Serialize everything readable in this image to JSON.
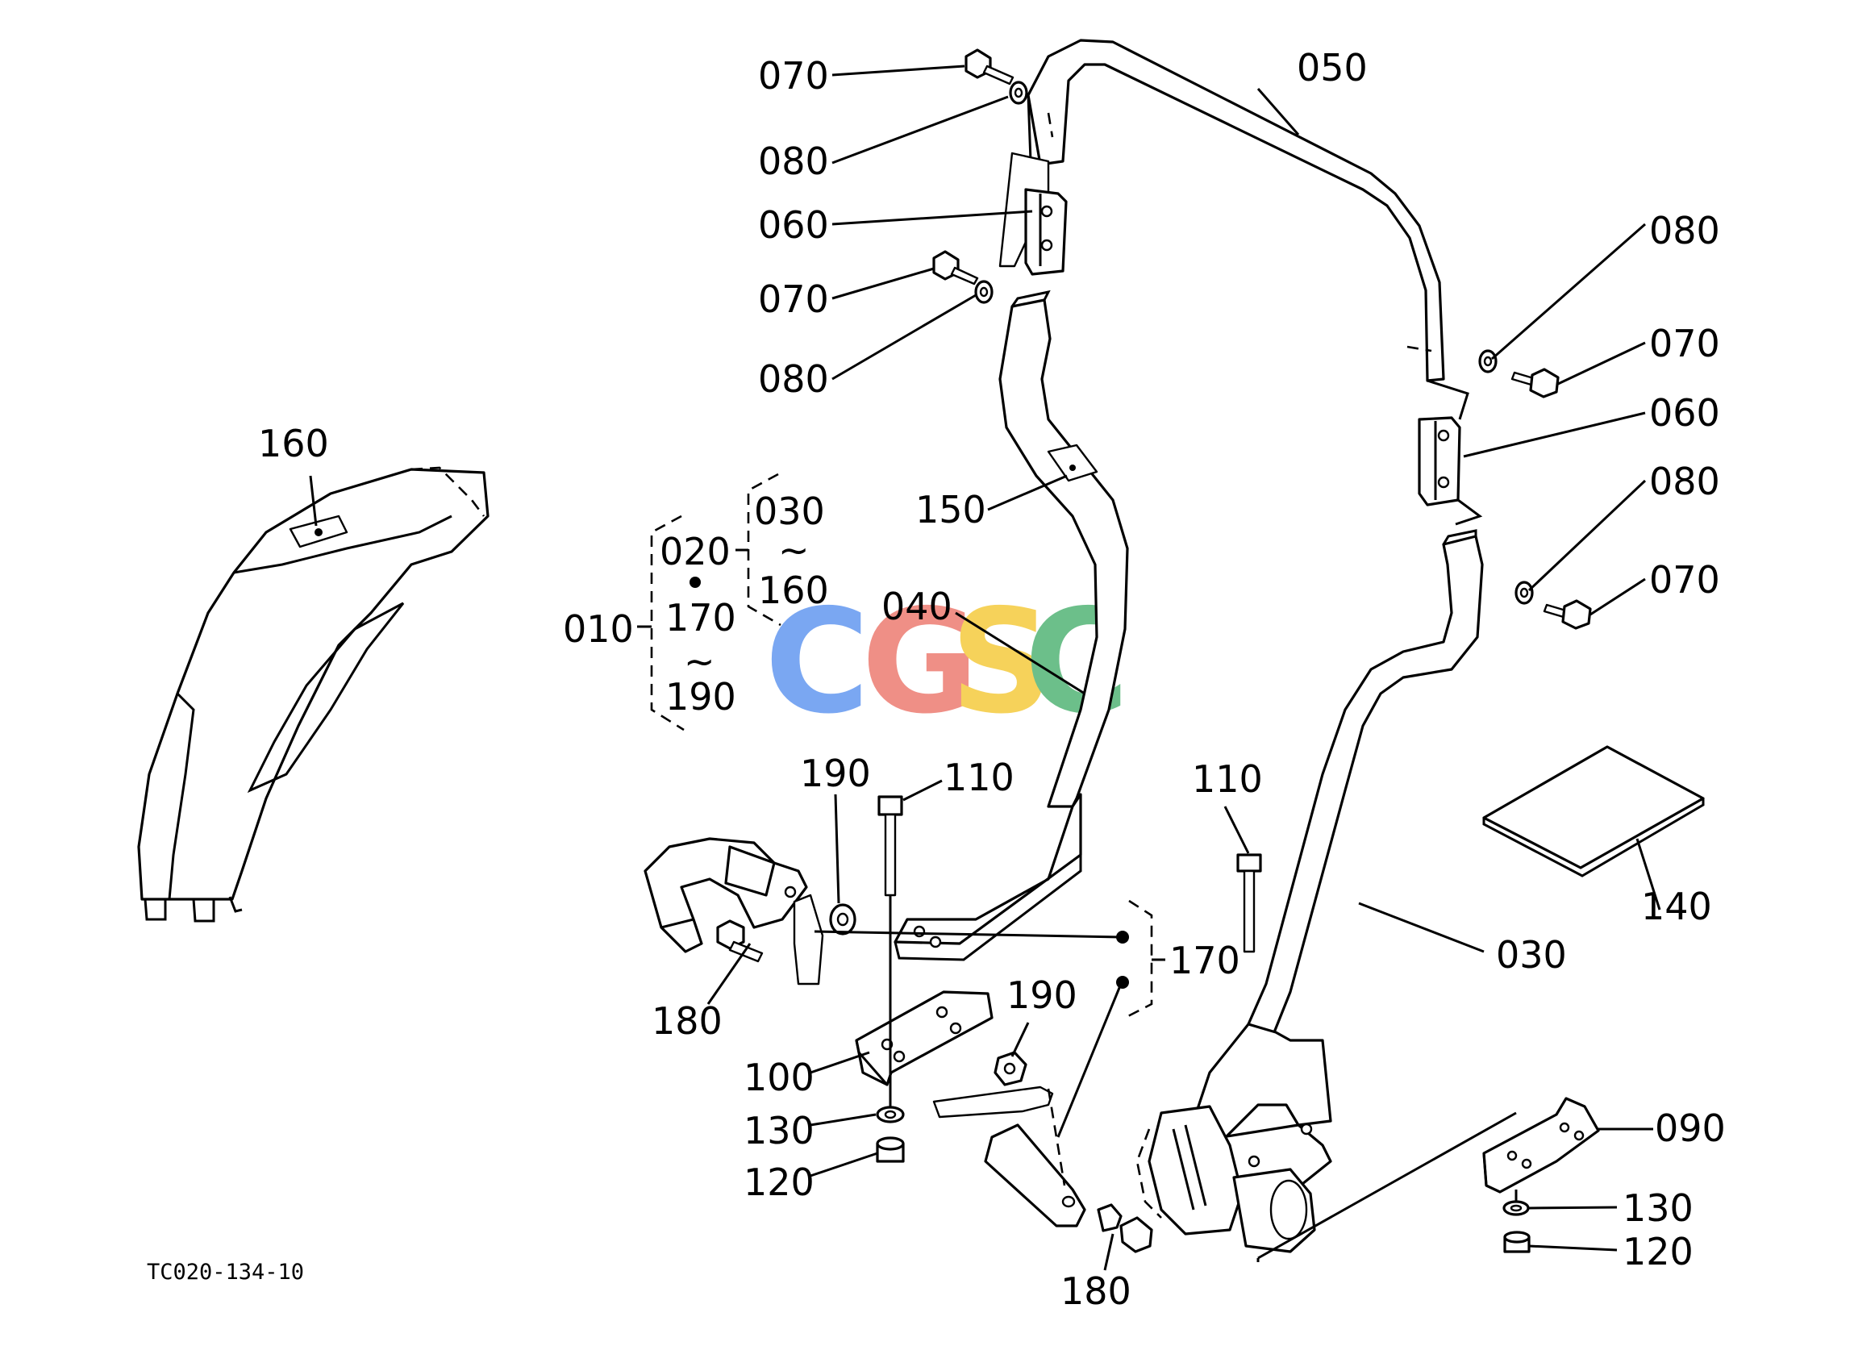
{
  "diagram": {
    "drawing_code": "TC020-134-10",
    "watermark": {
      "letters": [
        "C",
        "G",
        "S",
        "C"
      ],
      "colors": [
        "#7aa7f2",
        "#ef8f86",
        "#f6d25a",
        "#6cbf8a"
      ]
    },
    "callouts": {
      "p010": "010",
      "p020": "020",
      "p030_group": "030",
      "p160_group": "160",
      "p170_group": "170",
      "p190_group": "190",
      "tilde_a": "~",
      "tilde_b": "~",
      "p030": "030",
      "p040": "040",
      "p050": "050",
      "p060_left": "060",
      "p060_right": "060",
      "p070_left_top": "070",
      "p070_left_mid": "070",
      "p070_right_top": "070",
      "p070_right_bot": "070",
      "p080_left_top": "080",
      "p080_left_mid": "080",
      "p080_right_top": "080",
      "p080_right_bot": "080",
      "p090": "090",
      "p100": "100",
      "p110_left": "110",
      "p110_right": "110",
      "p120_left": "120",
      "p120_right": "120",
      "p130_left": "130",
      "p130_right": "130",
      "p140": "140",
      "p150": "150",
      "p160": "160",
      "p170": "170",
      "p180_left": "180",
      "p180_bottom": "180",
      "p190_left": "190",
      "p190_mid": "190"
    }
  }
}
